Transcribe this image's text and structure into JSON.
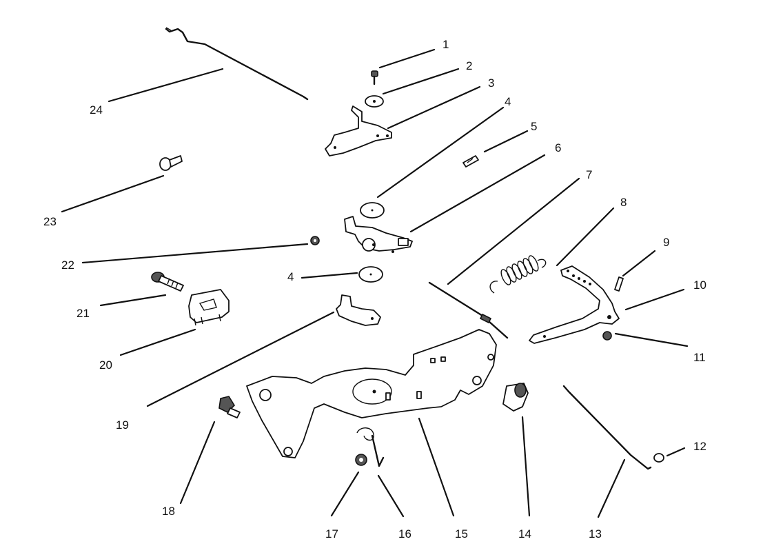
{
  "callouts": [
    {
      "id": "1",
      "label": "1"
    },
    {
      "id": "2",
      "label": "2"
    },
    {
      "id": "3",
      "label": "3"
    },
    {
      "id": "4a",
      "label": "4"
    },
    {
      "id": "5",
      "label": "5"
    },
    {
      "id": "6",
      "label": "6"
    },
    {
      "id": "7",
      "label": "7"
    },
    {
      "id": "8",
      "label": "8"
    },
    {
      "id": "9",
      "label": "9"
    },
    {
      "id": "10",
      "label": "10"
    },
    {
      "id": "11",
      "label": "11"
    },
    {
      "id": "12",
      "label": "12"
    },
    {
      "id": "13",
      "label": "13"
    },
    {
      "id": "14",
      "label": "14"
    },
    {
      "id": "15",
      "label": "15"
    },
    {
      "id": "16",
      "label": "16"
    },
    {
      "id": "17",
      "label": "17"
    },
    {
      "id": "18",
      "label": "18"
    },
    {
      "id": "19",
      "label": "19"
    },
    {
      "id": "20",
      "label": "20"
    },
    {
      "id": "21",
      "label": "21"
    },
    {
      "id": "22",
      "label": "22"
    },
    {
      "id": "23",
      "label": "23"
    },
    {
      "id": "24",
      "label": "24"
    },
    {
      "id": "4b",
      "label": "4"
    }
  ]
}
